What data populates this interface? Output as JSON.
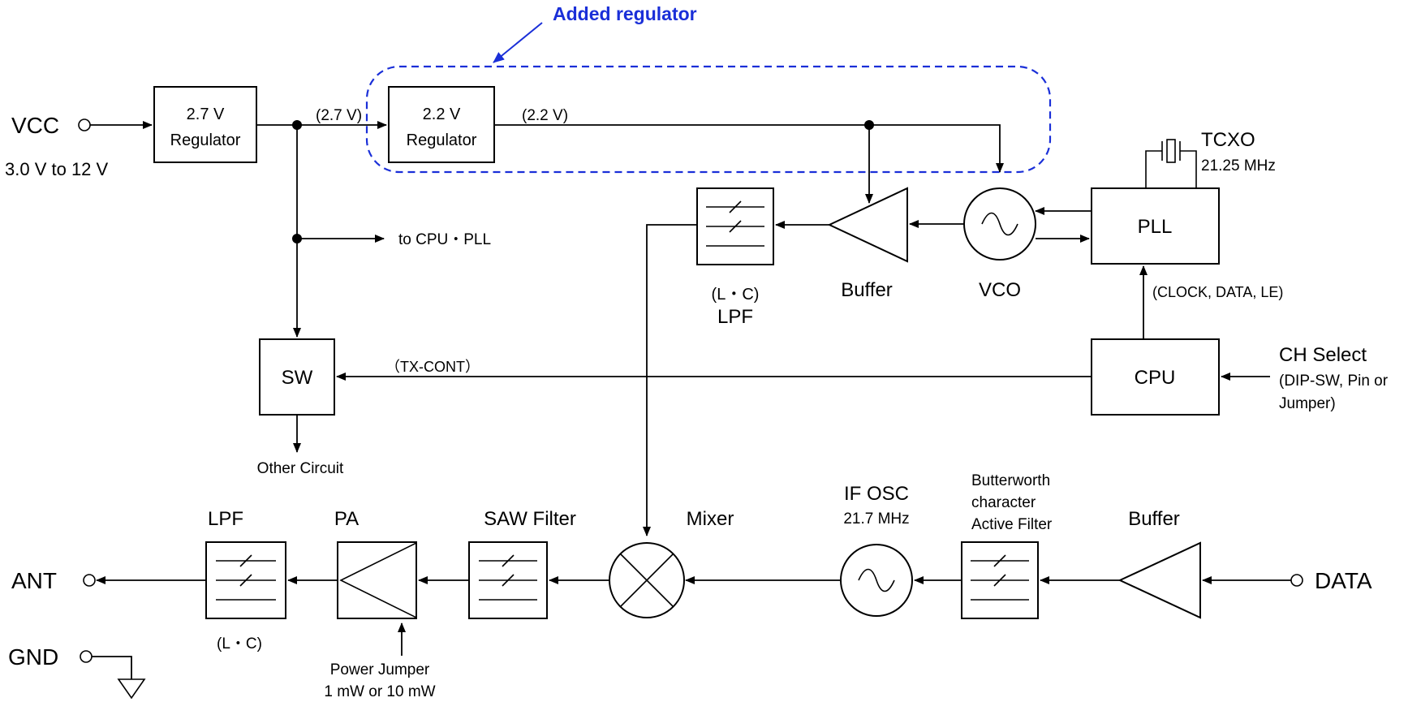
{
  "added_regulator": {
    "label": "Added regulator",
    "color": "#1a2fd8"
  },
  "power": {
    "vcc": "VCC",
    "vcc_range": "3.0 V to 12 V",
    "reg27_line1": "2.7 V",
    "reg27_line2": "Regulator",
    "reg22_line1": "2.2 V",
    "reg22_line2": "Regulator",
    "v27_label": "(2.7 V)",
    "v22_label": "(2.2 V)",
    "to_cpu_pll": "to CPU・PLL"
  },
  "blocks": {
    "sw": "SW",
    "other_circuit": "Other Circuit",
    "tx_cont": "（TX-CONT）",
    "cpu": "CPU",
    "ch_select_title": "CH Select",
    "ch_select_line2": "(DIP-SW, Pin or",
    "ch_select_line3": "Jumper)",
    "pll": "PLL",
    "pll_bus": "(CLOCK, DATA, LE)",
    "tcxo": "TCXO",
    "tcxo_freq": "21.25 MHz",
    "vco": "VCO",
    "buffer_top": "Buffer",
    "lpf_top_line1": "(L・C)",
    "lpf_top_line2": "LPF",
    "mixer": "Mixer",
    "if_osc": "IF OSC",
    "if_osc_freq": "21.7 MHz",
    "active_filter_line1": "Butterworth",
    "active_filter_line2": "character",
    "active_filter_line3": "Active Filter",
    "buffer_bottom": "Buffer",
    "data": "DATA",
    "saw_filter": "SAW Filter",
    "pa": "PA",
    "power_jumper_line1": "Power Jumper",
    "power_jumper_line2": "1 mW or 10 mW",
    "lpf_bottom": "LPF",
    "lpf_bottom_lc": "(L・C)",
    "ant": "ANT",
    "gnd": "GND"
  }
}
